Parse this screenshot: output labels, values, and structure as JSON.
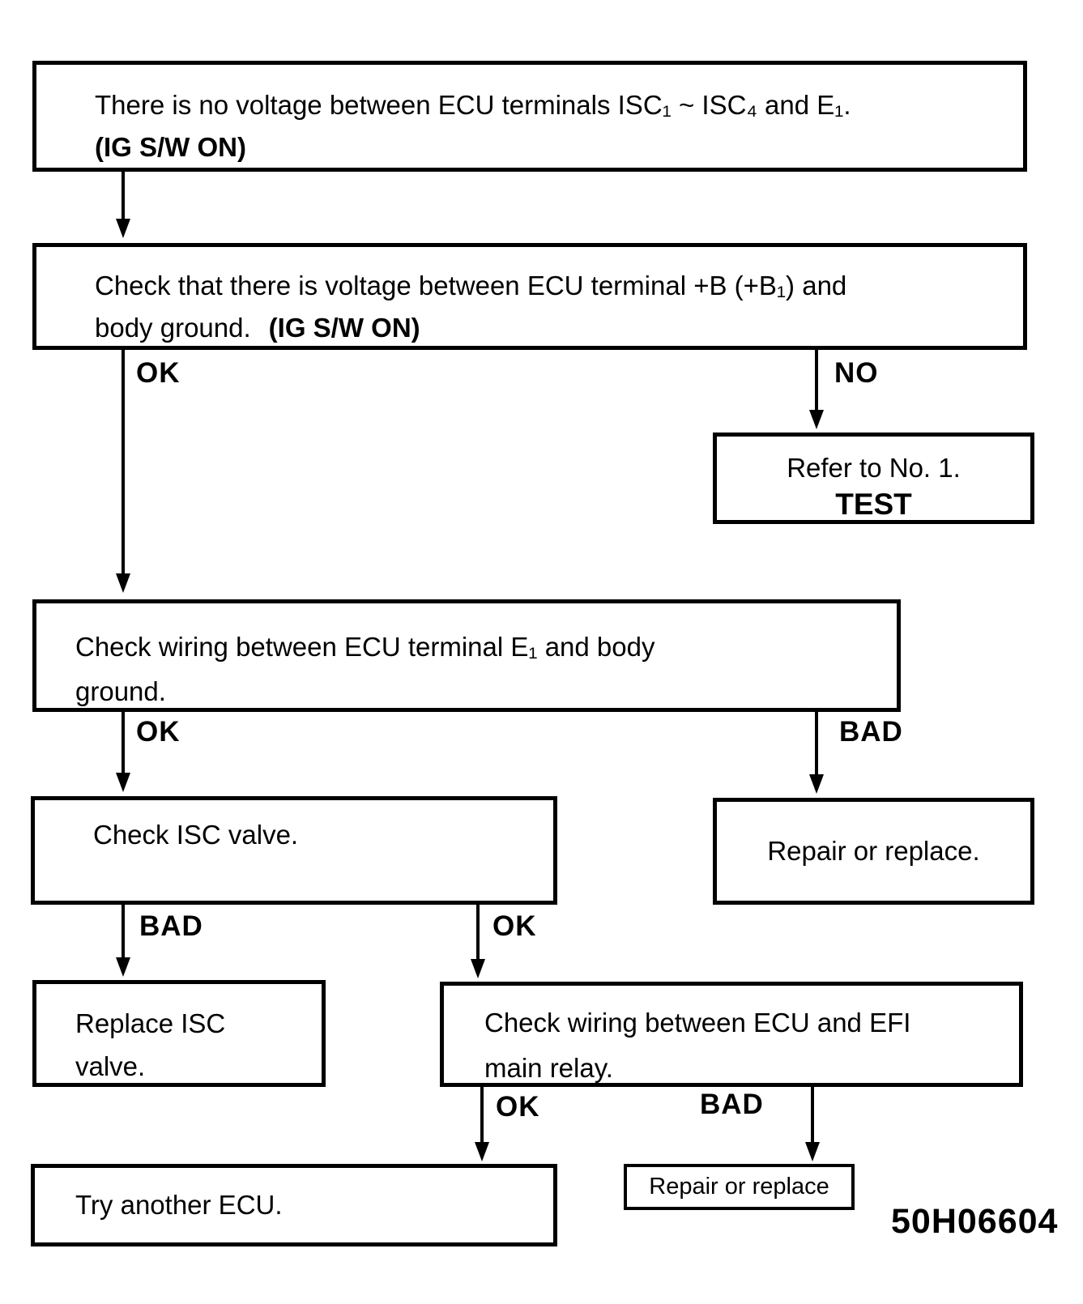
{
  "page": {
    "background": "#ffffff",
    "ink": "#000000",
    "doc_number": "50H06604"
  },
  "labels": {
    "ok": "OK",
    "no": "NO",
    "bad": "BAD"
  },
  "nodes": {
    "no_voltage": {
      "line1": "There is no voltage between ECU terminals ISC₁ ~ ISC₄ and E₁.",
      "line2_bold": "(IG S/W ON)"
    },
    "check_b_voltage": {
      "line1": "Check that there is voltage between ECU terminal +B (+B₁) and",
      "line2": "body ground.",
      "line2_bold": "(IG S/W ON)"
    },
    "refer_test": {
      "line1": "Refer to No. 1.",
      "line2_bold": "TEST"
    },
    "check_e1_wiring": {
      "line1": "Check wiring between ECU terminal E₁ and body",
      "line2": "ground."
    },
    "check_isc_valve": {
      "text": "Check ISC valve."
    },
    "repair_or_replace_1": {
      "text": "Repair or replace."
    },
    "replace_isc_valve": {
      "line1": "Replace ISC",
      "line2": "valve."
    },
    "check_efi_wiring": {
      "line1": "Check wiring between ECU and EFI",
      "line2": "main relay."
    },
    "try_another_ecu": {
      "text": "Try another ECU."
    },
    "repair_or_replace_2": {
      "text": "Repair or replace"
    }
  },
  "edges": [
    {
      "from": "no_voltage",
      "to": "check_b_voltage",
      "label": ""
    },
    {
      "from": "check_b_voltage",
      "to": "check_e1_wiring",
      "label": "OK"
    },
    {
      "from": "check_b_voltage",
      "to": "refer_test",
      "label": "NO"
    },
    {
      "from": "check_e1_wiring",
      "to": "check_isc_valve",
      "label": "OK"
    },
    {
      "from": "check_e1_wiring",
      "to": "repair_or_replace_1",
      "label": "BAD"
    },
    {
      "from": "check_isc_valve",
      "to": "replace_isc_valve",
      "label": "BAD"
    },
    {
      "from": "check_isc_valve",
      "to": "check_efi_wiring",
      "label": "OK"
    },
    {
      "from": "check_efi_wiring",
      "to": "try_another_ecu",
      "label": "OK"
    },
    {
      "from": "check_efi_wiring",
      "to": "repair_or_replace_2",
      "label": "BAD"
    }
  ]
}
